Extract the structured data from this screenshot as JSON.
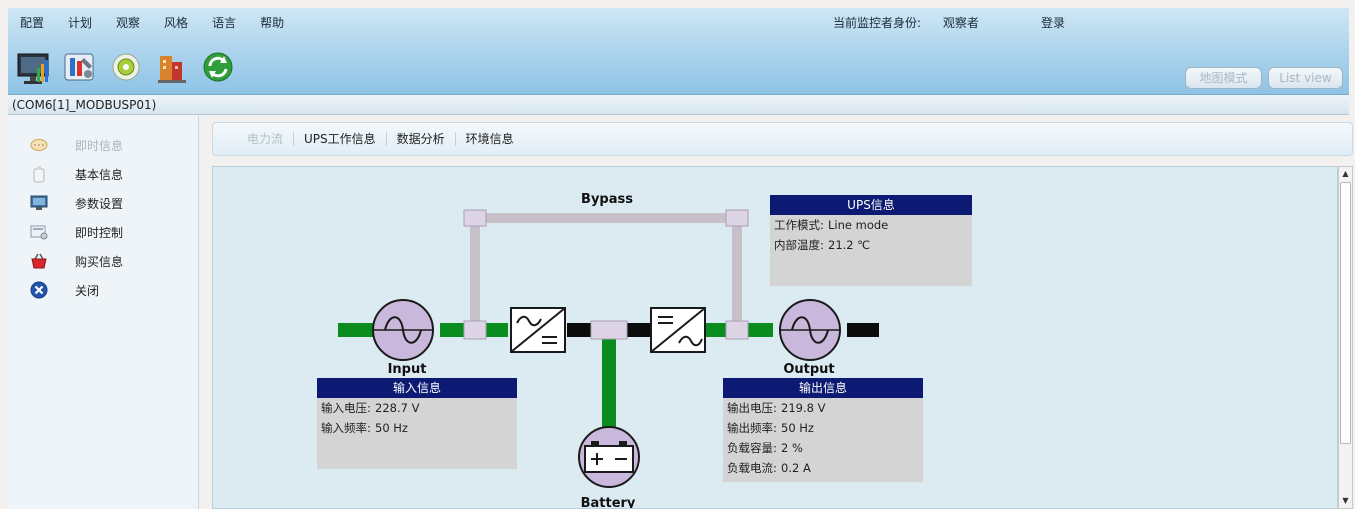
{
  "menu": [
    "配置",
    "计划",
    "观察",
    "风格",
    "语言",
    "帮助"
  ],
  "user": {
    "label": "当前监控者身份:",
    "role": "观察者",
    "login": "登录"
  },
  "view_buttons": {
    "map": "地图模式",
    "list": "List view"
  },
  "device": "(COM6[1]_MODBUSP01)",
  "sidebar": [
    {
      "label": "即时信息",
      "icon": "chat-icon",
      "enabled": false
    },
    {
      "label": "基本信息",
      "icon": "bottle-icon",
      "enabled": true
    },
    {
      "label": "参数设置",
      "icon": "monitor-icon",
      "enabled": true
    },
    {
      "label": "即时控制",
      "icon": "control-icon",
      "enabled": true
    },
    {
      "label": "购买信息",
      "icon": "basket-icon",
      "enabled": true
    },
    {
      "label": "关闭",
      "icon": "close-icon",
      "enabled": true
    }
  ],
  "tabs": [
    {
      "label": "电力流",
      "enabled": false
    },
    {
      "label": "UPS工作信息",
      "enabled": true
    },
    {
      "label": "数据分析",
      "enabled": true
    },
    {
      "label": "环境信息",
      "enabled": true
    }
  ],
  "diagram": {
    "bypass_label": "Bypass",
    "input_label": "Input",
    "output_label": "Output",
    "battery_label": "Battery"
  },
  "ups_info": {
    "title": "UPS信息",
    "rows": [
      {
        "k": "工作模式:",
        "v": "Line mode"
      },
      {
        "k": "内部温度:",
        "v": "21.2 ℃"
      }
    ]
  },
  "input_info": {
    "title": "输入信息",
    "rows": [
      {
        "k": "输入电压:",
        "v": "228.7 V"
      },
      {
        "k": "输入频率:",
        "v": "50 Hz"
      }
    ]
  },
  "output_info": {
    "title": "输出信息",
    "rows": [
      {
        "k": "输出电压:",
        "v": "219.8 V"
      },
      {
        "k": "输出频率:",
        "v": "50 Hz"
      },
      {
        "k": "负载容量:",
        "v": "2 %"
      },
      {
        "k": "负载电流:",
        "v": "0.2 A"
      }
    ]
  },
  "colors": {
    "active_line": "#0a8c1e",
    "bypass_line": "#c8c0c8",
    "info_header": "#0c1a73",
    "symbol_fill": "#c9b8dc"
  }
}
